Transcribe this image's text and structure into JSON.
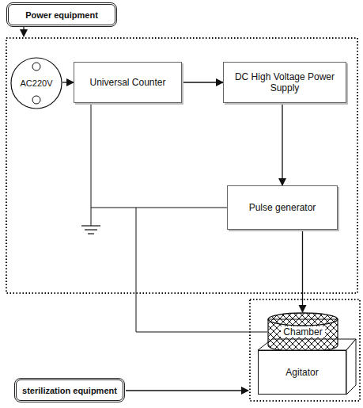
{
  "diagram": {
    "nodes": [
      {
        "text": [
          "Power equipment"
        ]
      },
      {
        "text": [
          "AC220V"
        ]
      },
      {
        "text": [
          "Universal Counter"
        ]
      },
      {
        "text": [
          "DC High Voltage Power Supply"
        ]
      },
      {
        "text": [
          "Pulse generator"
        ]
      },
      {
        "text": [
          "Chamber"
        ]
      },
      {
        "text": [
          "Agitator"
        ]
      },
      {
        "text": [
          "sterilization equipment"
        ]
      }
    ],
    "edges": [
      {
        "from": 1,
        "to": 2,
        "arrow": "to"
      },
      {
        "from": 2,
        "to": 3,
        "arrow": "to"
      },
      {
        "from": 3,
        "to": 4,
        "arrow": "to"
      },
      {
        "from": 4,
        "to": 5,
        "arrow": "to"
      }
    ]
  }
}
